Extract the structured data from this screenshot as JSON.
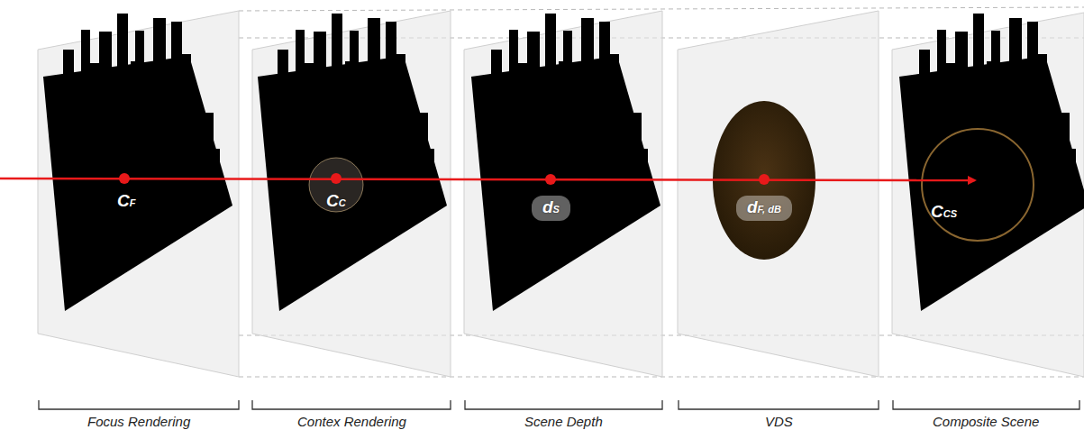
{
  "diagram": {
    "nodes": [
      {
        "text": [
          "dS"
        ]
      },
      {
        "text": [
          "dF, dB"
        ]
      }
    ],
    "labels": [
      "CF",
      "CC",
      "CCS",
      "Focus Rendering",
      "Contex Rendering",
      "Scene Depth",
      "VDS",
      "Composite Scene"
    ]
  }
}
